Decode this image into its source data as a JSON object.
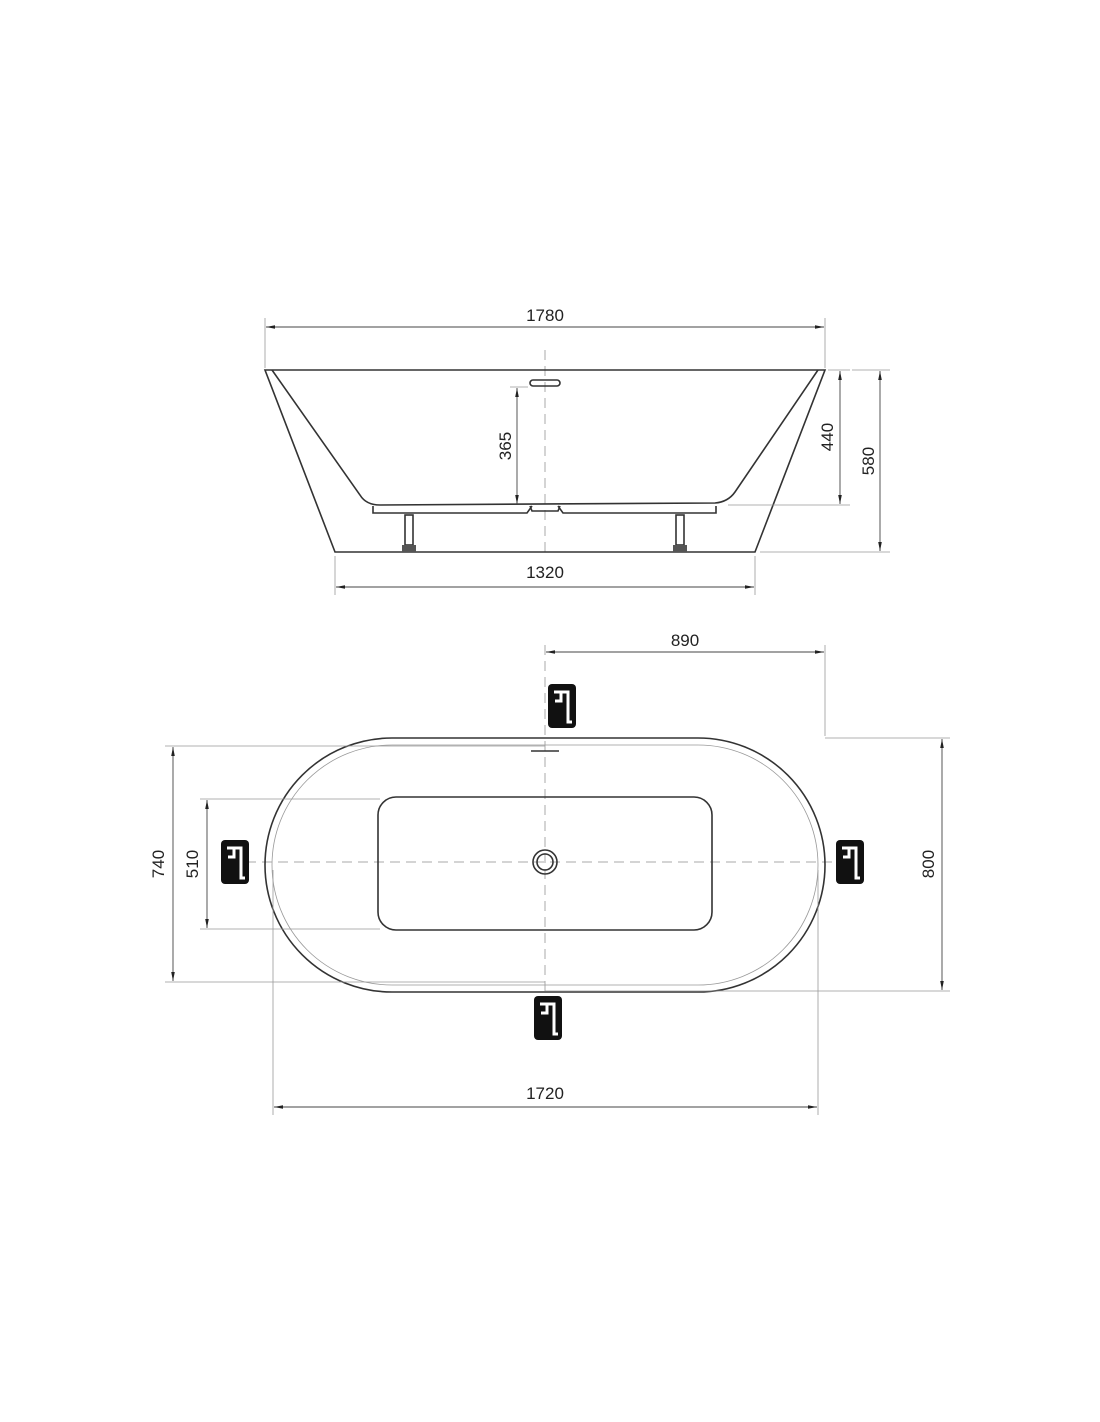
{
  "side_view": {
    "overall_length": "1780",
    "base_length": "1320",
    "inner_depth": "365",
    "rim_to_floor": "440",
    "overall_height": "580"
  },
  "top_view": {
    "faucet_offset": "890",
    "inner_length": "1720",
    "inner_width": "740",
    "basin_width": "510",
    "overall_width": "800"
  },
  "icons": [
    "faucet-icon"
  ]
}
